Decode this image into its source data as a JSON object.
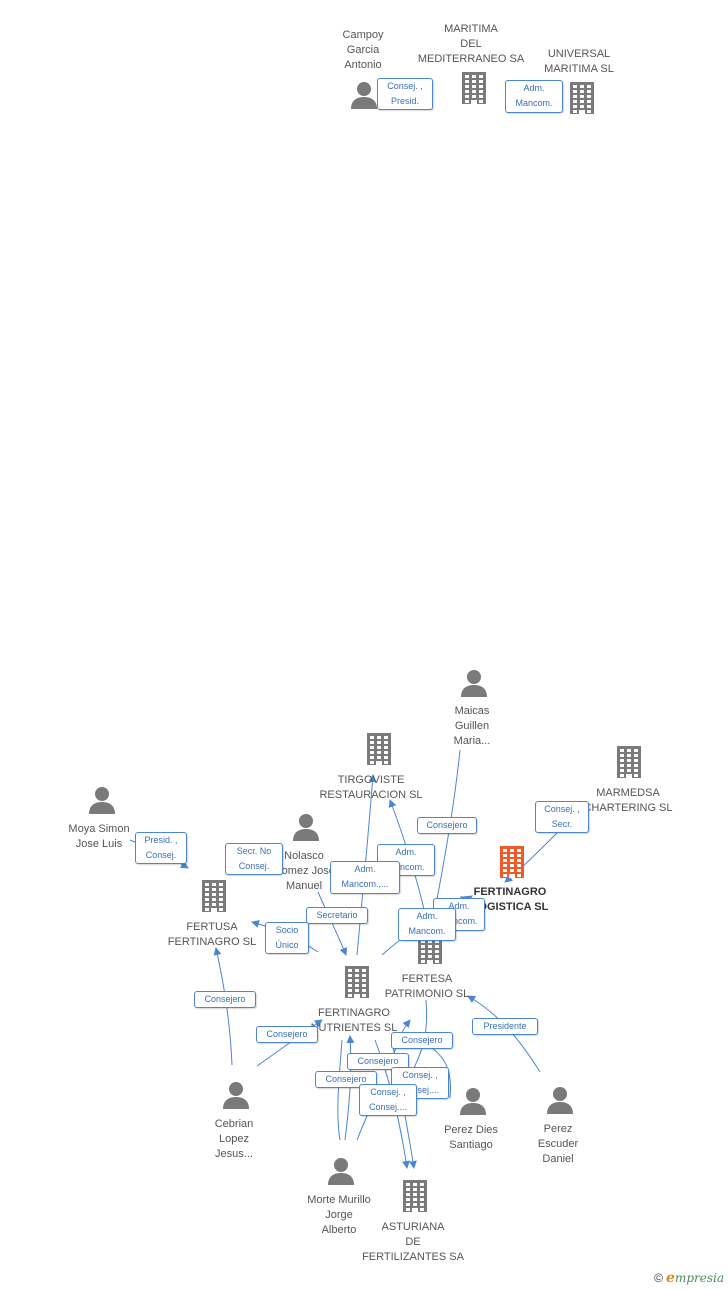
{
  "colors": {
    "company": "#7a7a7a",
    "highlight": "#f05a28",
    "person": "#7a7a7a",
    "edge": "#4a86d4"
  },
  "nodes": [
    {
      "id": "campoy",
      "type": "person",
      "label": "Campoy\nGarcia\nAntonio"
    },
    {
      "id": "maritima_med",
      "type": "company",
      "label": "MARITIMA\nDEL\nMEDITERRANEO SA"
    },
    {
      "id": "universal",
      "type": "company",
      "label": "UNIVERSAL\nMARITIMA SL"
    },
    {
      "id": "maicas",
      "type": "person",
      "label": "Maicas\nGuillen\nMaria..."
    },
    {
      "id": "tirgoviste",
      "type": "company",
      "label": "TIRGOVISTE\nRESTAURACION SL"
    },
    {
      "id": "marmedsa",
      "type": "company",
      "label": "MARMEDSA\nCHARTERING SL"
    },
    {
      "id": "moya",
      "type": "person",
      "label": "Moya Simon\nJose Luis"
    },
    {
      "id": "nolasco",
      "type": "person",
      "label": "Nolasco\nGomez Jose\nManuel"
    },
    {
      "id": "fertinagro_log",
      "type": "company",
      "highlight": true,
      "label": "FERTINAGRO\nLOGISTICA SL"
    },
    {
      "id": "fertusa",
      "type": "company",
      "label": "FERTUSA\nFERTINAGRO SL"
    },
    {
      "id": "fertesa",
      "type": "company",
      "label": "FERTESA\nPATRIMONIO SL"
    },
    {
      "id": "fertinagro_nut",
      "type": "company",
      "label": "FERTINAGRO\nNUTRIENTES SL"
    },
    {
      "id": "cebrian",
      "type": "person",
      "label": "Cebrian\nLopez\nJesus..."
    },
    {
      "id": "perez_dies",
      "type": "person",
      "label": "Perez Dies\nSantiago"
    },
    {
      "id": "perez_escuder",
      "type": "person",
      "label": "Perez\nEscuder\nDaniel"
    },
    {
      "id": "morte",
      "type": "person",
      "label": "Morte Murillo\nJorge\nAlberto"
    },
    {
      "id": "asturiana",
      "type": "company",
      "label": "ASTURIANA\nDE\nFERTILIZANTES SA"
    }
  ],
  "edge_labels": [
    "Consej. ,\nPresid.",
    "Adm.\nMancom.",
    "Consejero",
    "Consej. ,\nSecr.",
    "Presid. ,\nConsej.",
    "Secr. No\nConsej.",
    "Adm.\nMancom.",
    "Adm.\nMancom.,...",
    "Adm.\nMancom.",
    "Adm.\nMancom.",
    "Secretario",
    "Socio\nÚnico",
    "Consejero",
    "Consejero",
    "Presidente",
    "Consejero",
    "Consejero",
    "Consejero",
    "Consej. ,\nConsej....",
    "Consej. ,\nConsej...."
  ],
  "footer": {
    "copyright": "©",
    "brand_first": "e",
    "brand_rest": "mpresia"
  }
}
